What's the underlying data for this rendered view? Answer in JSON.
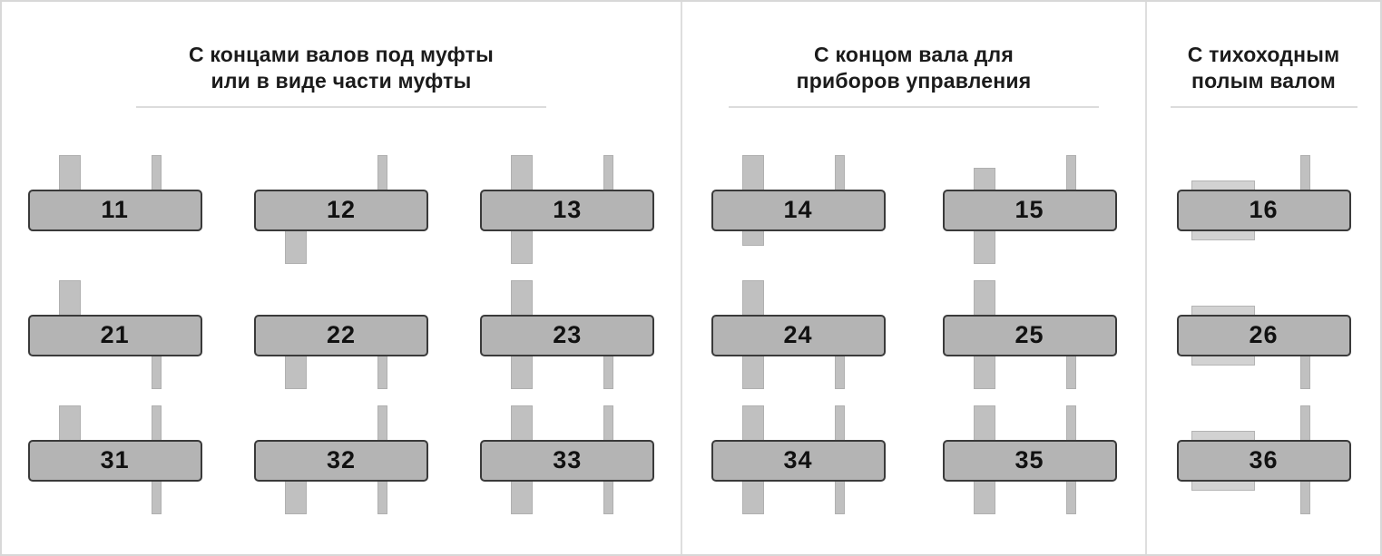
{
  "groups": [
    {
      "id": "shaft-ends-for-couplings",
      "title": "С концами валов под муфты\nили в виде части муфты",
      "rows": [
        {
          "cells": [
            {
              "label": "11",
              "left": "up",
              "right": "up"
            },
            {
              "label": "12",
              "left": "down",
              "right": "up"
            },
            {
              "label": "13",
              "left": "thru",
              "right": "up"
            }
          ]
        },
        {
          "cells": [
            {
              "label": "21",
              "left": "up",
              "right": "down"
            },
            {
              "label": "22",
              "left": "down",
              "right": "down"
            },
            {
              "label": "23",
              "left": "thru",
              "right": "down"
            }
          ]
        },
        {
          "cells": [
            {
              "label": "31",
              "left": "up",
              "right": "thru"
            },
            {
              "label": "32",
              "left": "down",
              "right": "thru"
            },
            {
              "label": "33",
              "left": "thru",
              "right": "thru"
            }
          ]
        }
      ]
    },
    {
      "id": "shaft-end-for-control-devices",
      "title": "С концом вала для\nприборов управления",
      "rows": [
        {
          "cells": [
            {
              "label": "14",
              "left": "up-stub",
              "right": "up"
            },
            {
              "label": "15",
              "left": "up-short-down",
              "right": "up"
            }
          ]
        },
        {
          "cells": [
            {
              "label": "24",
              "left": "thru",
              "right": "down"
            },
            {
              "label": "25",
              "left": "thru",
              "right": "down"
            }
          ]
        },
        {
          "cells": [
            {
              "label": "34",
              "left": "thru",
              "right": "thru"
            },
            {
              "label": "35",
              "left": "thru",
              "right": "thru"
            }
          ]
        }
      ]
    },
    {
      "id": "hollow-low-speed-shaft",
      "title": "С тихоходным\nполым валом",
      "rows": [
        {
          "cells": [
            {
              "label": "16",
              "left": "hollow",
              "right": "up"
            }
          ]
        },
        {
          "cells": [
            {
              "label": "26",
              "left": "hollow",
              "right": "down"
            }
          ]
        },
        {
          "cells": [
            {
              "label": "36",
              "left": "hollow",
              "right": "thru"
            }
          ]
        }
      ]
    }
  ],
  "colors": {
    "box_fill": "#b4b4b4",
    "box_border": "#3a3a3a",
    "shaft_fill": "#c0c0c0",
    "shaft_border": "#b0b0b0",
    "hollow_fill": "#d2d2d2",
    "divider": "#dedede",
    "frame": "#d8d8d8",
    "text": "#1b1b1b"
  }
}
